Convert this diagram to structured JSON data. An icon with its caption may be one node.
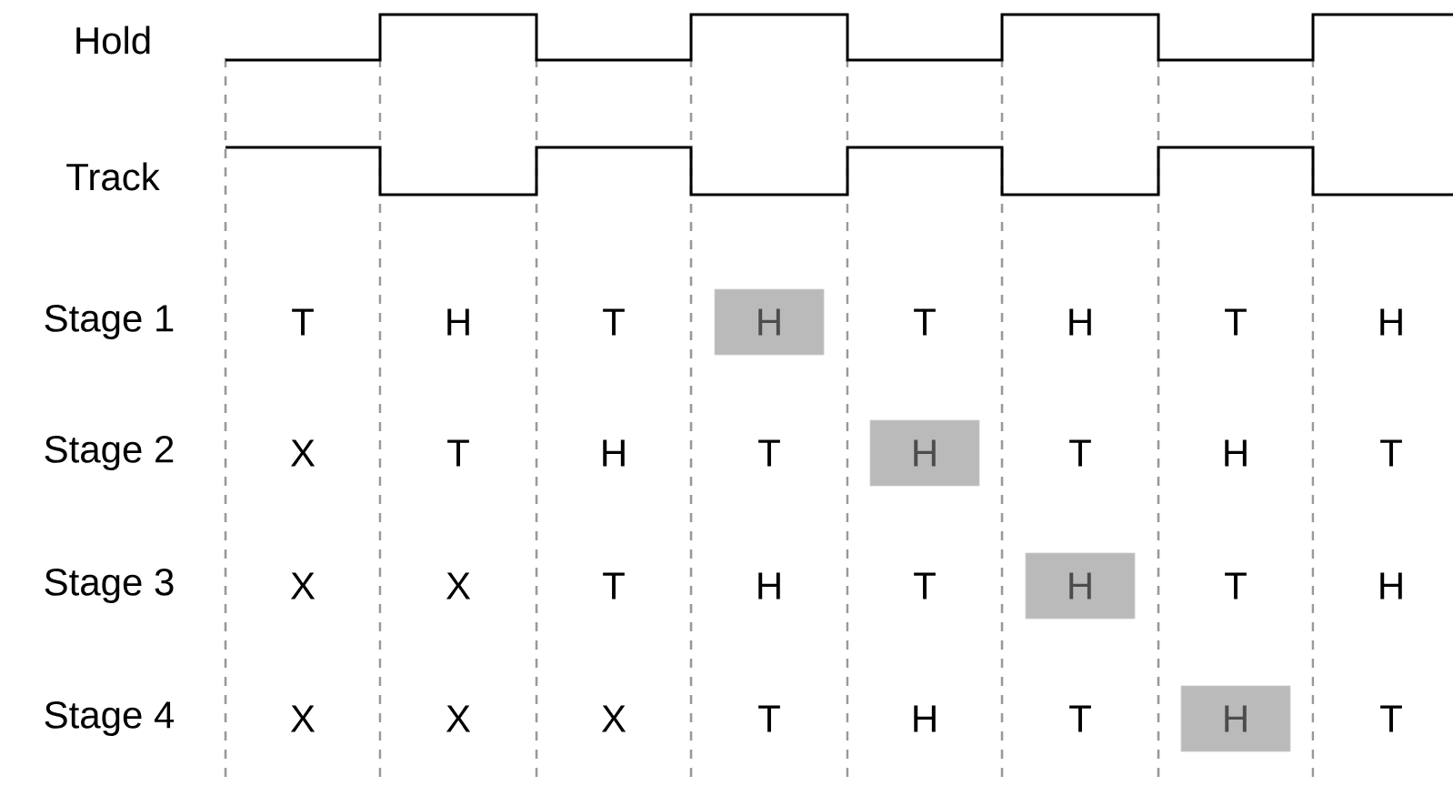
{
  "diagram": {
    "nodes": [
      {
        "text": [
          "H"
        ]
      },
      {
        "text": [
          "H"
        ]
      },
      {
        "text": [
          "H"
        ]
      },
      {
        "text": [
          "H"
        ]
      }
    ],
    "labels": [
      "Hold",
      "Track",
      "Stage 1",
      "T",
      "H",
      "T",
      "T",
      "H",
      "T",
      "H",
      "Stage 2",
      "X",
      "T",
      "H",
      "T",
      "T",
      "H",
      "T",
      "Stage 3",
      "X",
      "X",
      "T",
      "H",
      "T",
      "T",
      "H",
      "Stage 4",
      "X",
      "X",
      "X",
      "T",
      "H",
      "T",
      "T"
    ]
  }
}
